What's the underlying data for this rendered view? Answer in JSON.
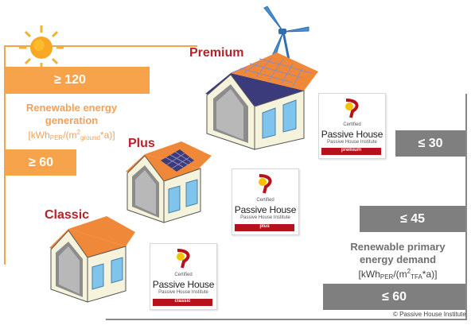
{
  "generation": {
    "label_line1": "Renewable energy",
    "label_line2": "generation",
    "unit_prefix": "[kWh",
    "unit_sub": "PER",
    "unit_mid": "/(m",
    "unit_sup": "2",
    "unit_sub2": "ground",
    "unit_suffix": "*a)]",
    "high_value": "≥ 120",
    "low_value": "≥ 60",
    "color": "#f7a34c"
  },
  "demand": {
    "label_line1": "Renewable primary",
    "label_line2": "energy demand",
    "unit_prefix": "[kWh",
    "unit_sub": "PER",
    "unit_mid": "/(m",
    "unit_sup": "2",
    "unit_sub2": "TFA",
    "unit_suffix": "*a)]",
    "levels": [
      "≤ 30",
      "≤ 45",
      "≤ 60"
    ],
    "color": "#7f7f7f"
  },
  "houses": [
    {
      "label": "Classic",
      "logo_small": "Certified",
      "logo_main": "Passive House",
      "logo_sub": "Passive House Institute",
      "logo_bar": "classic"
    },
    {
      "label": "Plus",
      "logo_small": "Certified",
      "logo_main": "Passive House",
      "logo_sub": "Passive House Institute",
      "logo_bar": "plus"
    },
    {
      "label": "Premium",
      "logo_small": "Certified",
      "logo_main": "Passive House",
      "logo_sub": "Passive House Institute",
      "logo_bar": "premium"
    }
  ],
  "copyright": "© Passive House Institute",
  "colors": {
    "level_text": "#b8212a",
    "roof": "#f0883a",
    "wall": "#f6f3dc",
    "window": "#7fc4ec",
    "solar": "#3b3a7a",
    "brand_red": "#b5121b",
    "brand_yellow": "#f5c400"
  }
}
